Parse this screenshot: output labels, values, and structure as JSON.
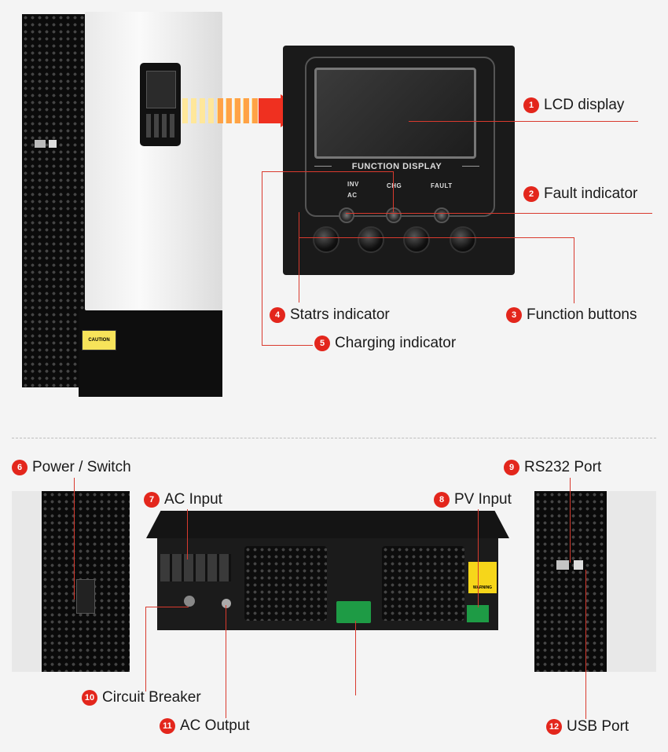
{
  "callouts": [
    {
      "n": "1",
      "label": "LCD display"
    },
    {
      "n": "2",
      "label": "Fault indicator"
    },
    {
      "n": "3",
      "label": "Function buttons"
    },
    {
      "n": "4",
      "label": "Statrs indicator"
    },
    {
      "n": "5",
      "label": "Charging indicator"
    },
    {
      "n": "6",
      "label": "Power / Switch"
    },
    {
      "n": "7",
      "label": "AC Input"
    },
    {
      "n": "8",
      "label": "PV Input"
    },
    {
      "n": "9",
      "label": "RS232 Port"
    },
    {
      "n": "10",
      "label": "Circuit Breaker"
    },
    {
      "n": "11",
      "label": "AC Output"
    },
    {
      "n": "12",
      "label": "USB Port"
    }
  ],
  "panel": {
    "function_display": "FUNCTION DISPLAY",
    "inv": "INV",
    "ac": "AC",
    "chg": "CHG",
    "fault": "FAULT"
  },
  "label_sticker": "CAUTION",
  "warning_sticker": "WARNING",
  "colors": {
    "accent": "#e3261c",
    "panel": "#1a1a1a",
    "background": "#f4f4f4"
  }
}
